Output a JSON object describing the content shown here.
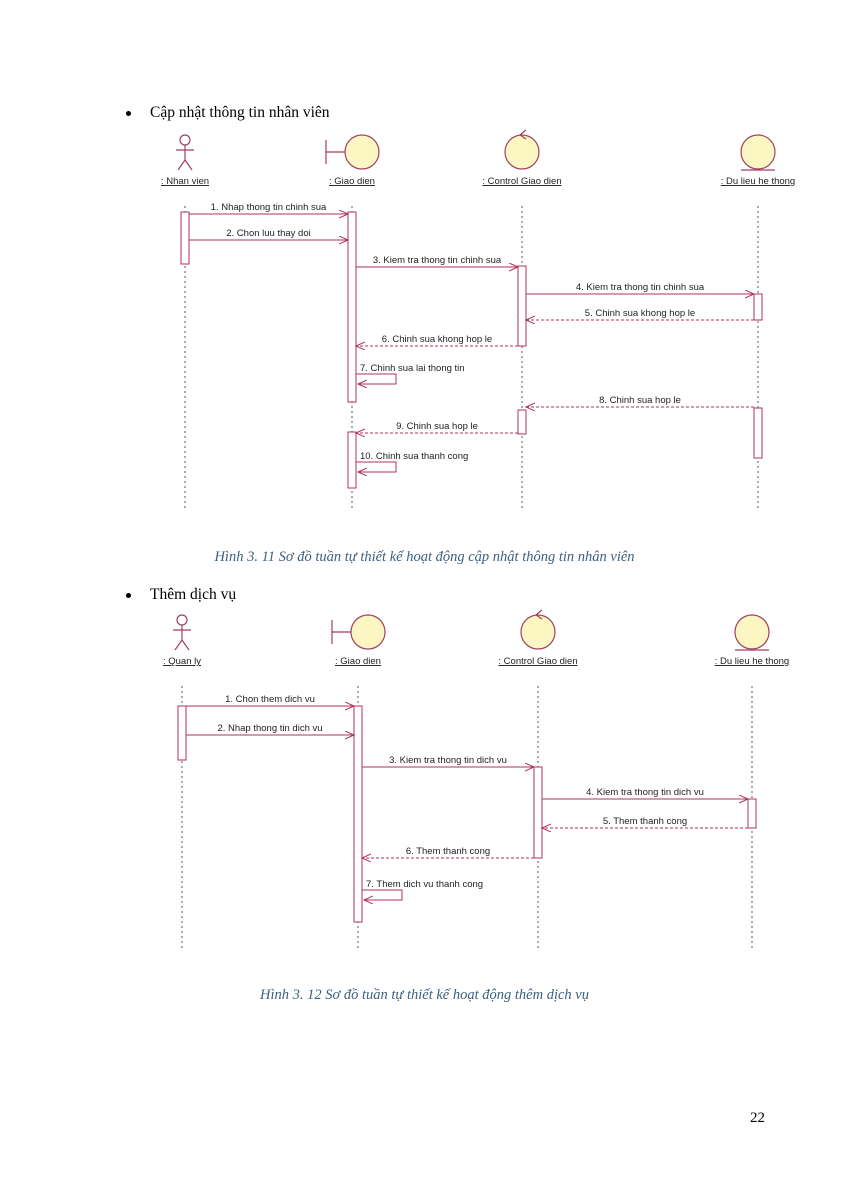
{
  "sections": [
    {
      "bullet": "Cập nhật thông tin nhân viên",
      "caption": "Hình 3. 11 Sơ đồ tuần tự thiết kế hoạt động cập nhật thông tin nhân viên",
      "participants": [
        {
          "kind": "actor",
          "name": ": Nhan vien"
        },
        {
          "kind": "boundary",
          "name": ": Giao dien"
        },
        {
          "kind": "control",
          "name": ": Control Giao dien"
        },
        {
          "kind": "entity",
          "name": ": Du lieu he thong"
        }
      ],
      "messages": [
        {
          "label": "1. Nhap thong tin chinh sua",
          "from": 0,
          "to": 1,
          "type": "sync"
        },
        {
          "label": "2. Chon luu thay doi",
          "from": 0,
          "to": 1,
          "type": "sync"
        },
        {
          "label": "3. Kiem tra thong tin chinh sua",
          "from": 1,
          "to": 2,
          "type": "sync"
        },
        {
          "label": "4. Kiem tra thong tin chinh sua",
          "from": 2,
          "to": 3,
          "type": "sync"
        },
        {
          "label": "5. Chinh sua khong hop le",
          "from": 3,
          "to": 2,
          "type": "return"
        },
        {
          "label": "6. Chinh sua khong hop le",
          "from": 2,
          "to": 1,
          "type": "return"
        },
        {
          "label": "7. Chinh sua lai thong tin",
          "from": 1,
          "to": 1,
          "type": "self"
        },
        {
          "label": "8. Chinh sua hop le",
          "from": 3,
          "to": 2,
          "type": "return"
        },
        {
          "label": "9. Chinh sua hop le",
          "from": 2,
          "to": 1,
          "type": "return"
        },
        {
          "label": "10. Chinh sua thanh cong",
          "from": 1,
          "to": 1,
          "type": "self"
        }
      ]
    },
    {
      "bullet": "Thêm dịch vụ",
      "caption": "Hình 3. 12 Sơ đồ tuần tự thiết kế hoạt động thêm dịch vụ",
      "participants": [
        {
          "kind": "actor",
          "name": ": Quan ly"
        },
        {
          "kind": "boundary",
          "name": ": Giao dien"
        },
        {
          "kind": "control",
          "name": ": Control Giao dien"
        },
        {
          "kind": "entity",
          "name": ": Du lieu he thong"
        }
      ],
      "messages": [
        {
          "label": "1. Chon them dich vu",
          "from": 0,
          "to": 1,
          "type": "sync"
        },
        {
          "label": "2. Nhap thong tin dich vu",
          "from": 0,
          "to": 1,
          "type": "sync"
        },
        {
          "label": "3. Kiem tra thong tin dich vu",
          "from": 1,
          "to": 2,
          "type": "sync"
        },
        {
          "label": "4. Kiem tra thong tin dich vu",
          "from": 2,
          "to": 3,
          "type": "sync"
        },
        {
          "label": "5. Them thanh cong",
          "from": 3,
          "to": 2,
          "type": "return"
        },
        {
          "label": "6. Them thanh cong",
          "from": 2,
          "to": 1,
          "type": "return"
        },
        {
          "label": "7. Them dich vu thanh cong",
          "from": 1,
          "to": 1,
          "type": "self"
        }
      ]
    }
  ],
  "page_number": "22",
  "colors": {
    "message": "#b03060",
    "lifeline": "#555555",
    "icon_fill": "#fbf6c2",
    "icon_stroke": "#a04060",
    "caption": "#3d6080"
  }
}
